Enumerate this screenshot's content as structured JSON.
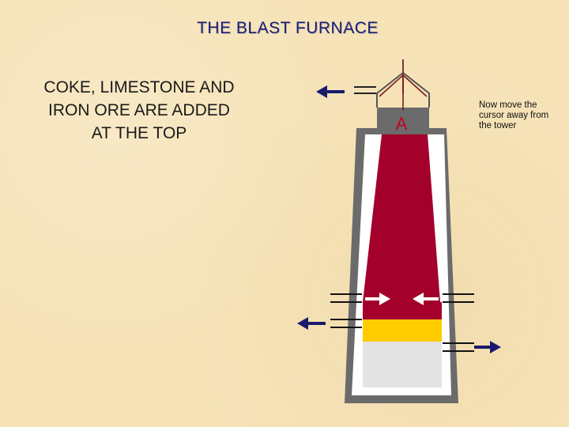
{
  "slide": {
    "title": "THE BLAST FURNACE",
    "caption": "COKE, LIMESTONE AND IRON ORE ARE ADDED AT THE TOP",
    "hint": "Now move the cursor away from the tower",
    "label_a": "A"
  },
  "colors": {
    "background": "#f6e3b8",
    "wall": "#6b6b6b",
    "charge": "#a3002c",
    "slag": "#ffcc00",
    "hearth": "#e4e4e4",
    "arrow": "#1a1a6b",
    "label": "#c8001e"
  }
}
